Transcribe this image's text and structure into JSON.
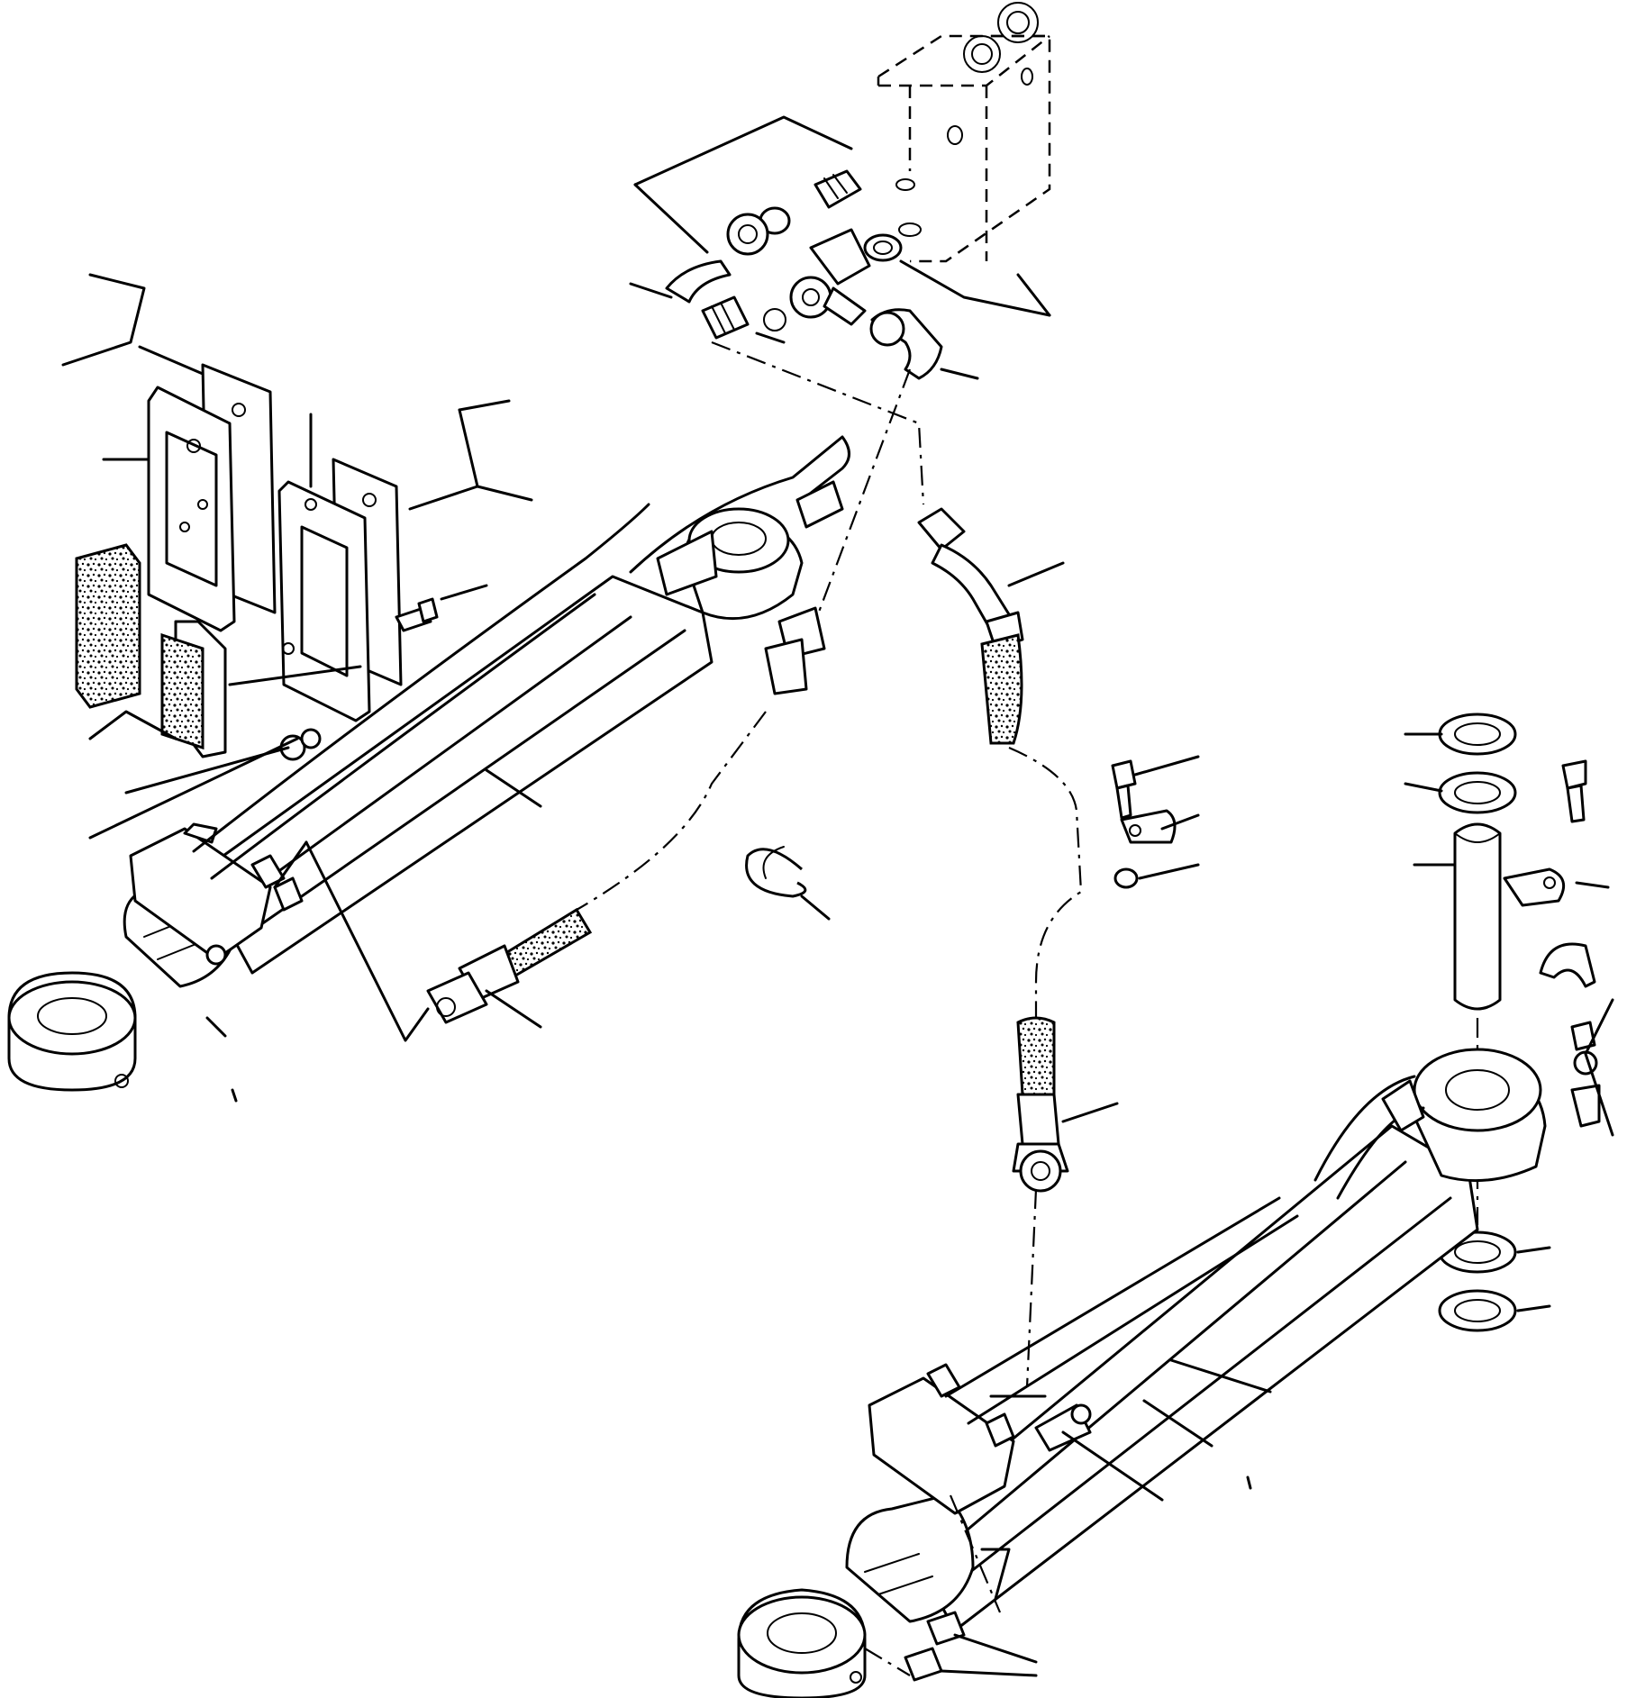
{
  "figure": {
    "colors": {
      "ink": "#000000",
      "paper": "#ffffff"
    },
    "assemblies": [
      "manifold-block",
      "left-hydraulic-cylinder",
      "right-hydraulic-cylinder",
      "cover-plate-group",
      "hose-group",
      "pin-and-bushing-group"
    ],
    "callout_labels": []
  }
}
